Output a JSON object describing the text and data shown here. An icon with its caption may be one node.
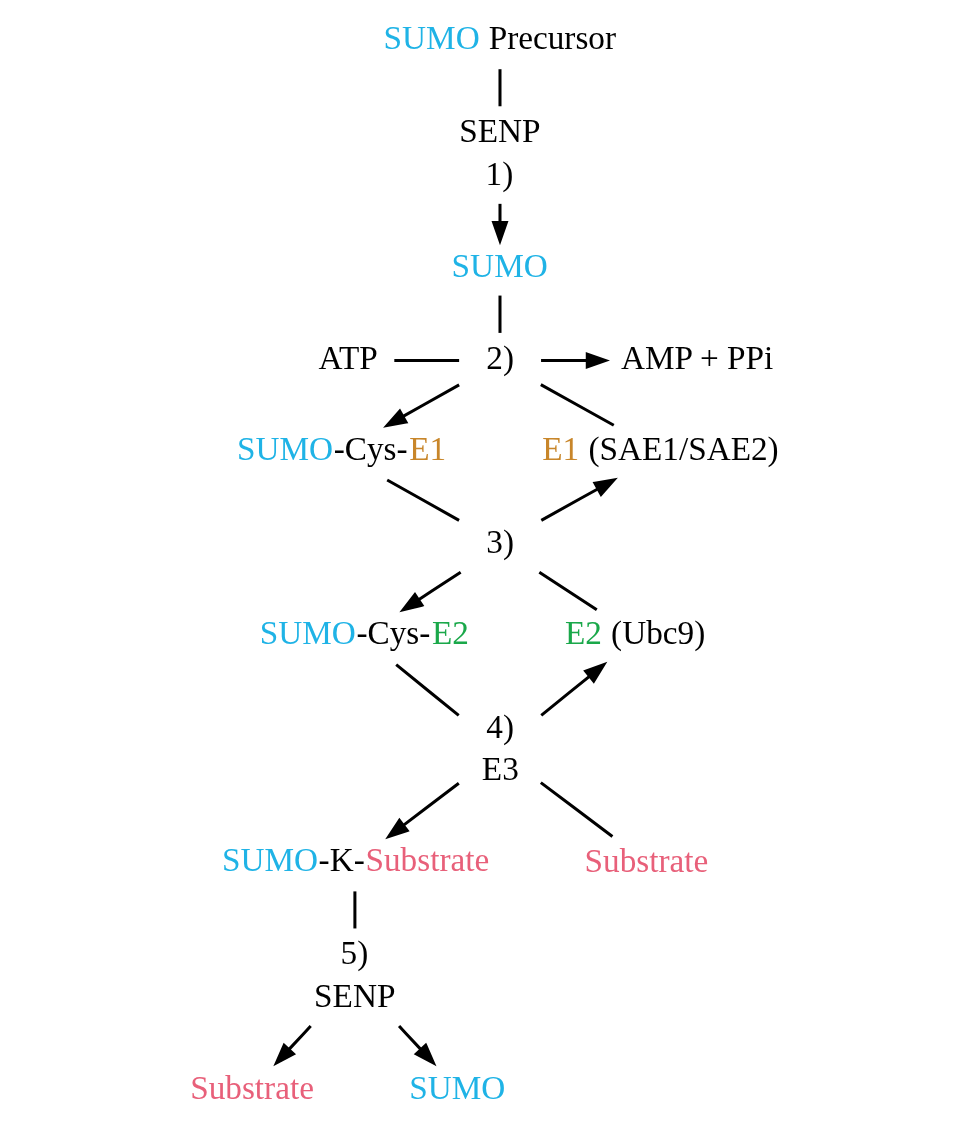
{
  "diagram": {
    "nodes": [
      {
        "text": [
          "SUMO Precursor"
        ]
      },
      {
        "text": [
          "1)"
        ],
        "beside": [
          "SENP"
        ]
      },
      {
        "text": [
          "SUMO"
        ]
      },
      {
        "text": [
          "2)"
        ]
      },
      {
        "text": [
          "AMP + PPi"
        ]
      },
      {
        "text": [
          "ATP"
        ]
      },
      {
        "text": [
          "E1 (SAE1/SAE2)"
        ]
      },
      {
        "text": [
          "SUMO-Cys-E1"
        ]
      },
      {
        "text": [
          "3)"
        ]
      },
      {
        "text": [
          "E2 (Ubc9)"
        ]
      },
      {
        "text": [
          "SUMO-Cys-E2"
        ]
      },
      {
        "text": [
          "4)"
        ],
        "beside": [
          "E3"
        ]
      },
      {
        "text": [
          "Substrate"
        ]
      },
      {
        "text": [
          "SUMO-K-Substrate"
        ]
      },
      {
        "text": [
          "5)"
        ],
        "beside": [
          "SENP"
        ]
      },
      {
        "text": [
          "Substrate"
        ]
      },
      {
        "text": [
          "SUMO"
        ]
      }
    ],
    "edges": [
      {
        "from": 0,
        "to": 1,
        "arrow": "none"
      },
      {
        "from": 1,
        "to": 2,
        "arrow": "to"
      },
      {
        "from": 2,
        "to": 3,
        "arrow": "none"
      },
      {
        "from": 5,
        "to": 3,
        "arrow": "none"
      },
      {
        "from": 6,
        "to": 3,
        "arrow": "none"
      },
      {
        "from": 3,
        "to": 4,
        "arrow": "to"
      },
      {
        "from": 3,
        "to": 7,
        "arrow": "to"
      },
      {
        "from": 7,
        "to": 8,
        "arrow": "none"
      },
      {
        "from": 9,
        "to": 8,
        "arrow": "none"
      },
      {
        "from": 8,
        "to": 6,
        "arrow": "to"
      },
      {
        "from": 8,
        "to": 10,
        "arrow": "to"
      },
      {
        "from": 10,
        "to": 11,
        "arrow": "none"
      },
      {
        "from": 12,
        "to": 11,
        "arrow": "none"
      },
      {
        "from": 11,
        "to": 9,
        "arrow": "to"
      },
      {
        "from": 11,
        "to": 13,
        "arrow": "to"
      },
      {
        "from": 13,
        "to": 14,
        "arrow": "none"
      },
      {
        "from": 14,
        "to": 15,
        "arrow": "to"
      },
      {
        "from": 14,
        "to": 16,
        "arrow": "to"
      }
    ]
  }
}
